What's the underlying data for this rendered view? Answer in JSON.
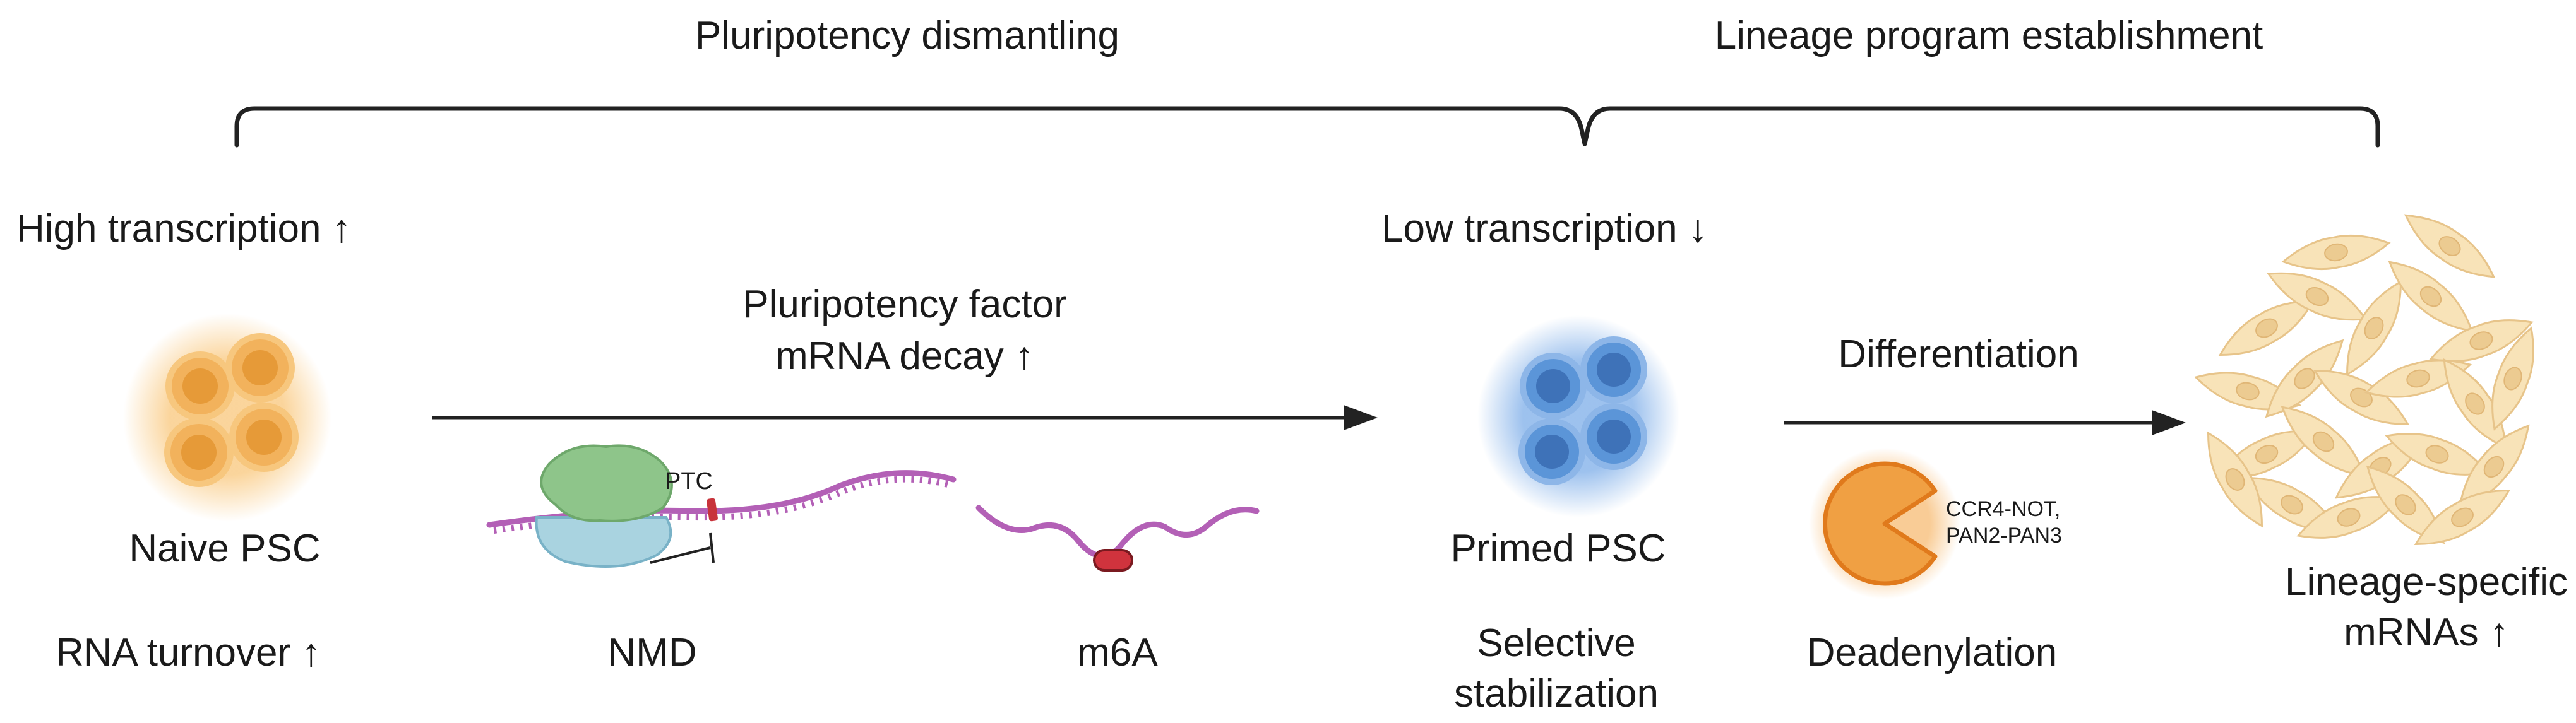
{
  "phases": {
    "left": "Pluripotency dismantling",
    "right": "Lineage program establishment"
  },
  "transcription": {
    "high": "High transcription ↑",
    "low": "Low transcription ↓"
  },
  "arrows": {
    "main_label_line1": "Pluripotency factor",
    "main_label_line2": "mRNA decay ↑",
    "diff_label": "Differentiation"
  },
  "cells": {
    "naive": "Naive PSC",
    "primed": "Primed PSC",
    "lineage_line1": "Lineage-specific",
    "lineage_line2": "mRNAs ↑"
  },
  "mechanisms": {
    "ptc": "PTC",
    "nmd": "NMD",
    "m6a": "m6A",
    "enzyme_line1": "CCR4-NOT,",
    "enzyme_line2": "PAN2-PAN3",
    "deadenylation": "Deadenylation"
  },
  "bottom": {
    "rna_turnover": "RNA turnover ↑",
    "selective_line1": "Selective",
    "selective_line2": "stabilization"
  },
  "colors": {
    "naive_cell": "#f3a640",
    "primed_cell": "#4a86cf",
    "rna": "#b360b6",
    "ribosome_large": "#8ec58a",
    "ribosome_small": "#a9d3e0",
    "m6a_mark": "#d0333d",
    "pacman": "#f0a043",
    "fibroblast": "#f5dcaa"
  }
}
